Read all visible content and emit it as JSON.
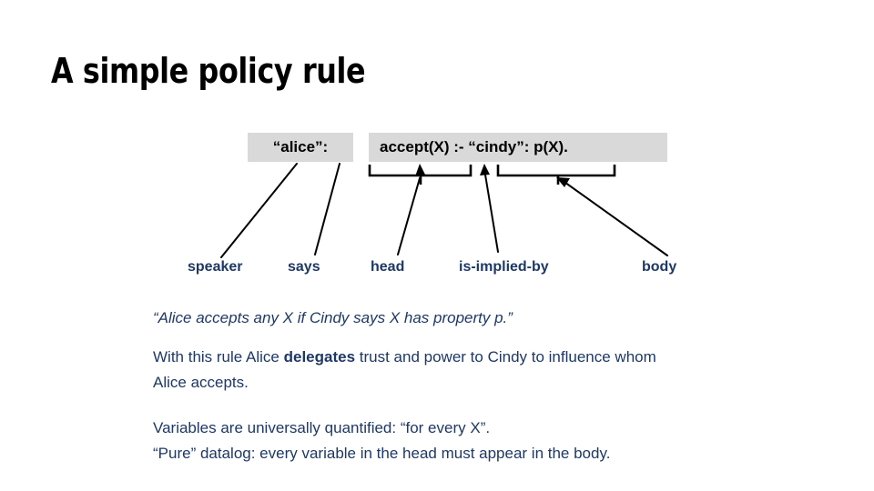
{
  "slide": {
    "title": "A simple policy rule",
    "background": "#FFFFFF",
    "accent_color": "#1F3864",
    "code_background": "#D9D9D9"
  },
  "code": {
    "speaker_box": "“alice”:",
    "rule_box": "accept(X) :- “cindy”: p(X)."
  },
  "labels": {
    "speaker": "speaker",
    "says": "says",
    "head": "head",
    "is_implied_by": "is-implied-by",
    "body": "body"
  },
  "body_text": {
    "quote": "“Alice accepts any X if Cindy says X has property p.”",
    "delegate_before": "With this rule Alice ",
    "delegate_bold": "delegates",
    "delegate_after": " trust and power to Cindy to influence whom Alice accepts.",
    "vars_line1": "Variables are universally quantified: “for every X”.",
    "vars_line2": "“Pure” datalog: every variable in the head must appear in the body."
  }
}
